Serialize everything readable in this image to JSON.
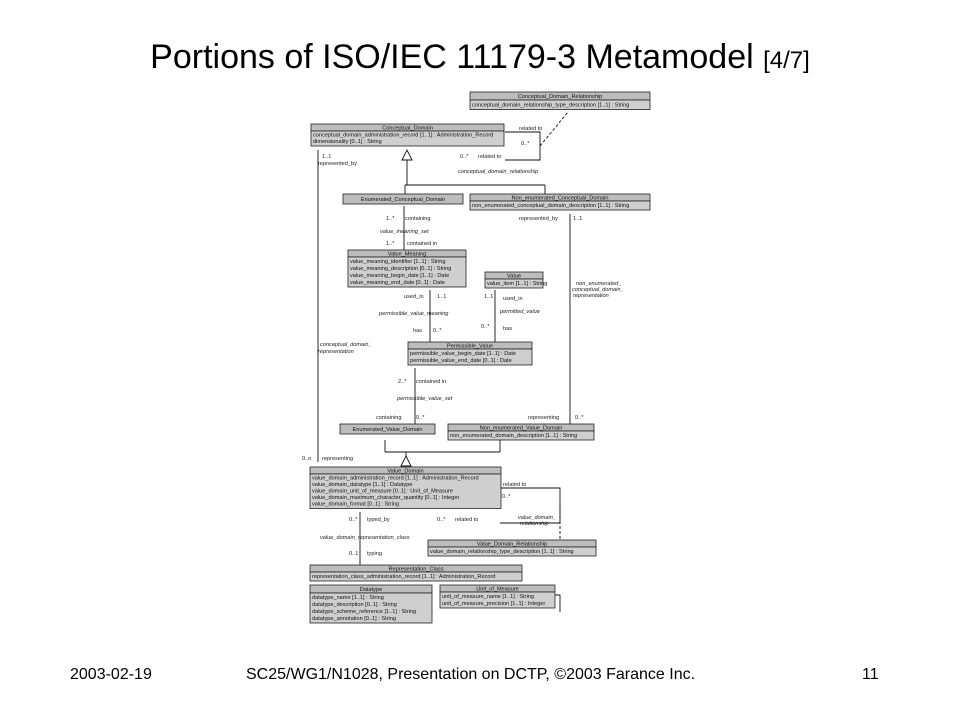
{
  "title": {
    "main": "Portions of ISO/IEC 11179-3 Metamodel",
    "part": "[4/7]"
  },
  "footer": {
    "date": "2003-02-19",
    "source": "SC25/WG1/N1028, Presentation on DCTP, ©2003 Farance Inc.",
    "page": "11"
  },
  "diagram": {
    "classes": [
      {
        "id": "cdr",
        "name": "Conceptual_Domain_Relationship",
        "attrs": [
          "conceptual_domain_relationship_type_description [1..1] : String"
        ]
      },
      {
        "id": "cd",
        "name": "Conceptual_Domain",
        "attrs": [
          "conceptual_domain_administration_record [1..1] : Administration_Record",
          "dimensionality [0..1] : String"
        ]
      },
      {
        "id": "ecd",
        "name": "Enumerated_Conceptual_Domain",
        "attrs": []
      },
      {
        "id": "necd",
        "name": "Non_enumerated_Conceptual_Domain",
        "attrs": [
          "non_enumerated_conceptual_domain_description [1..1] : String"
        ]
      },
      {
        "id": "vm",
        "name": "Value_Meaning",
        "attrs": [
          "value_meaning_identifier [1..1] : String",
          "value_meaning_description [0..1] : String",
          "value_meaning_begin_date [1..1] : Date",
          "value_meaning_end_date [0..1] : Date"
        ]
      },
      {
        "id": "val",
        "name": "Value",
        "attrs": [
          "value_item [1..1] : String"
        ]
      },
      {
        "id": "pv",
        "name": "Permissible_Value",
        "attrs": [
          "permissible_value_begin_date [1..1] : Date",
          "permissible_value_end_date [0..1] : Date"
        ]
      },
      {
        "id": "evd",
        "name": "Enumerated_Value_Domain",
        "attrs": []
      },
      {
        "id": "nevd",
        "name": "Non_enumerated_Value_Domain",
        "attrs": [
          "non_enumerated_domain_description [1..1] : String"
        ]
      },
      {
        "id": "vd",
        "name": "Value_Domain",
        "attrs": [
          "value_domain_administration_record [1..1] : Administration_Record",
          "value_domain_datatype [1..1] : Datatype",
          "value_domain_unit_of_measure [0..1] : Unit_of_Measure",
          "value_domain_maximum_character_quantity [0..1] : Integer",
          "value_domain_format [0..1] : String"
        ]
      },
      {
        "id": "vdr",
        "name": "Value_Domain_Relationship",
        "attrs": [
          "value_domain_relationship_type_description [1..1] : String"
        ]
      },
      {
        "id": "rc",
        "name": "Representation_Class",
        "attrs": [
          "representation_class_administration_record [1..1] : Administration_Record"
        ]
      },
      {
        "id": "dt",
        "name": "Datatype",
        "attrs": [
          "datatype_name [1..1] : String",
          "datatype_description [0..1] : String",
          "datatype_scheme_reference [1..1] : String",
          "datatype_annotation [0..1] : String"
        ]
      },
      {
        "id": "uom",
        "name": "Unit_of_Measure",
        "attrs": [
          "unit_of_measure_name [1..1] : String",
          "unit_of_measure_precision [1..1] : Integer"
        ]
      }
    ],
    "labels": [
      {
        "id": "l1",
        "text": "related to"
      },
      {
        "id": "l2",
        "text": "0..*"
      },
      {
        "id": "l3",
        "text": "0..*"
      },
      {
        "id": "l4",
        "text": "related to"
      },
      {
        "id": "l5",
        "text": "conceptual_domain_relationship",
        "italic": true
      },
      {
        "id": "l6",
        "text": "1..1"
      },
      {
        "id": "l7",
        "text": "represented_by"
      },
      {
        "id": "l8",
        "text": "1..*"
      },
      {
        "id": "l9",
        "text": "containing"
      },
      {
        "id": "l10",
        "text": "value_meaning_set",
        "italic": true
      },
      {
        "id": "l11",
        "text": "1..*"
      },
      {
        "id": "l12",
        "text": "contained in"
      },
      {
        "id": "l13",
        "text": "represented_by"
      },
      {
        "id": "l14",
        "text": "1..1"
      },
      {
        "id": "l15",
        "text": "non_enumerated_",
        "italic": true
      },
      {
        "id": "l16",
        "text": "conceptual_domain_",
        "italic": true
      },
      {
        "id": "l17",
        "text": "representation",
        "italic": true
      },
      {
        "id": "l18",
        "text": "used_in"
      },
      {
        "id": "l19",
        "text": "1..1"
      },
      {
        "id": "l20",
        "text": "1..1"
      },
      {
        "id": "l21",
        "text": "used_in"
      },
      {
        "id": "l22",
        "text": "permitted_value",
        "italic": true
      },
      {
        "id": "l23",
        "text": "permissible_value_meaning",
        "italic": true
      },
      {
        "id": "l24",
        "text": "has"
      },
      {
        "id": "l25",
        "text": "0..*"
      },
      {
        "id": "l26",
        "text": "0..*"
      },
      {
        "id": "l27",
        "text": "has"
      },
      {
        "id": "l28",
        "text": "conceptual_domain_",
        "italic": true
      },
      {
        "id": "l29",
        "text": "representation",
        "italic": true
      },
      {
        "id": "l30",
        "text": "2..*"
      },
      {
        "id": "l31",
        "text": "contained in"
      },
      {
        "id": "l32",
        "text": "permissible_value_set",
        "italic": true
      },
      {
        "id": "l33",
        "text": "containing"
      },
      {
        "id": "l34",
        "text": "0..*"
      },
      {
        "id": "l35",
        "text": "representing"
      },
      {
        "id": "l36",
        "text": "0..*"
      },
      {
        "id": "l37",
        "text": "0..n"
      },
      {
        "id": "l38",
        "text": "representing"
      },
      {
        "id": "l39",
        "text": "related to"
      },
      {
        "id": "l40",
        "text": "0..*"
      },
      {
        "id": "l41",
        "text": "0..*"
      },
      {
        "id": "l42",
        "text": "typed_by"
      },
      {
        "id": "l43",
        "text": "0..*"
      },
      {
        "id": "l44",
        "text": "related to"
      },
      {
        "id": "l45",
        "text": "value_domain_",
        "italic": true
      },
      {
        "id": "l46",
        "text": "relationship",
        "italic": true
      },
      {
        "id": "l47",
        "text": "value_domain_representation_class",
        "italic": true
      },
      {
        "id": "l48",
        "text": "0..1"
      },
      {
        "id": "l49",
        "text": "typing"
      }
    ]
  }
}
